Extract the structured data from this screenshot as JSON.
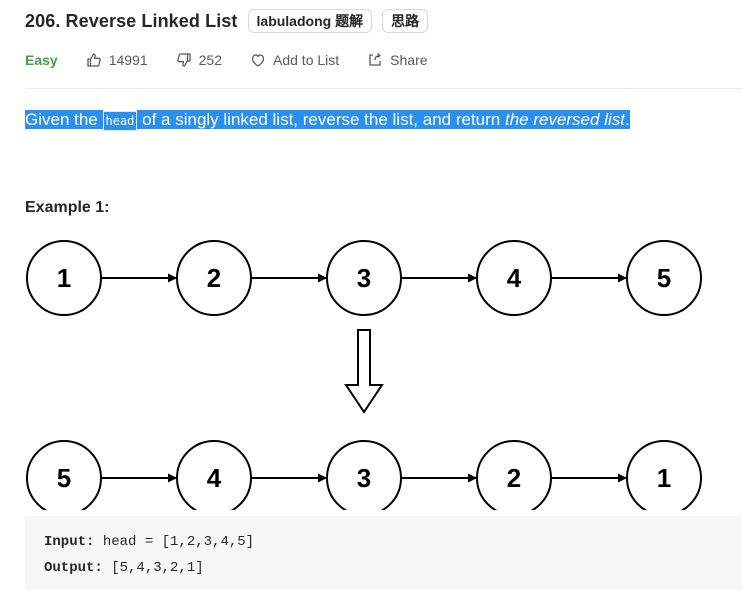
{
  "header": {
    "title": "206. Reverse Linked List",
    "tag_solution": "labuladong 题解",
    "tag_idea": "思路"
  },
  "meta": {
    "difficulty": "Easy",
    "likes": "14991",
    "dislikes": "252",
    "add_to_list": "Add to List",
    "share": "Share"
  },
  "colors": {
    "easy": "#43a047",
    "selection": "#2b8ff0"
  },
  "description": {
    "part1": "Given the ",
    "code": "head",
    "part2": " of a singly linked list, reverse the list, and return ",
    "emphasis": "the reversed list",
    "part3": "."
  },
  "example": {
    "title": "Example 1:",
    "original_list": [
      "1",
      "2",
      "3",
      "4",
      "5"
    ],
    "reversed_list": [
      "5",
      "4",
      "3",
      "2",
      "1"
    ],
    "input_label": "Input:",
    "input_value": " head = [1,2,3,4,5]",
    "output_label": "Output:",
    "output_value": " [5,4,3,2,1]"
  }
}
